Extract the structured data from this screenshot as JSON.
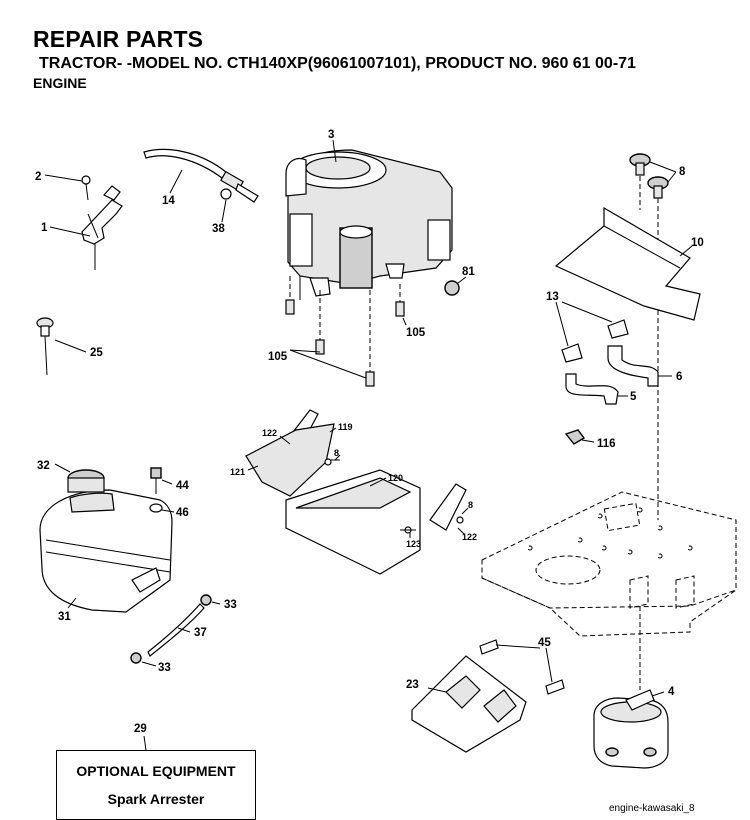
{
  "header": {
    "title": "REPAIR PARTS",
    "subtitle": "TRACTOR- -MODEL NO. CTH140XP(96061007101), PRODUCT NO. 960 61 00-71",
    "section": "ENGINE"
  },
  "labels": {
    "n1": "1",
    "n2": "2",
    "n3": "3",
    "n4": "4",
    "n5": "5",
    "n6": "6",
    "n8a": "8",
    "n8b": "8",
    "n8c": "8",
    "n10": "10",
    "n13": "13",
    "n14": "14",
    "n23": "23",
    "n25": "25",
    "n29": "29",
    "n31": "31",
    "n32": "32",
    "n33a": "33",
    "n33b": "33",
    "n37": "37",
    "n38": "38",
    "n44": "44",
    "n45": "45",
    "n46": "46",
    "n81": "81",
    "n105a": "105",
    "n105b": "105",
    "n116": "116",
    "n119": "119",
    "n120": "120",
    "n121": "121",
    "n122a": "122",
    "n122b": "122",
    "n123": "123"
  },
  "optional": {
    "heading": "OPTIONAL EQUIPMENT",
    "item": "Spark Arrester"
  },
  "footer": {
    "ref": "engine-kawasaki_8"
  }
}
